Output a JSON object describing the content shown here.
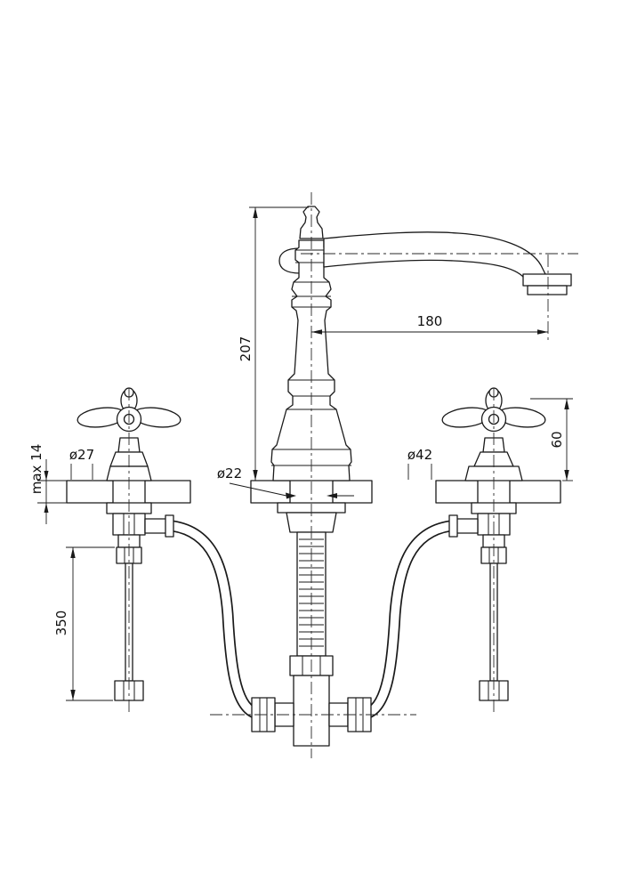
{
  "page": {
    "background": "#ffffff",
    "line_color": "#1a1a1a"
  },
  "drawing": {
    "type": "technical-drawing",
    "subject": "three-hole basin mixer faucet, front elevation with below-deck supplies",
    "labels": {
      "spout_height": "207",
      "spout_reach": "180",
      "handle_height": "60",
      "left_handle_dia": "ø27",
      "right_escutcheon_dia": "ø42",
      "center_shank_dia": "ø22",
      "deck_thickness": "max 14",
      "supply_tube_length": "350"
    }
  }
}
